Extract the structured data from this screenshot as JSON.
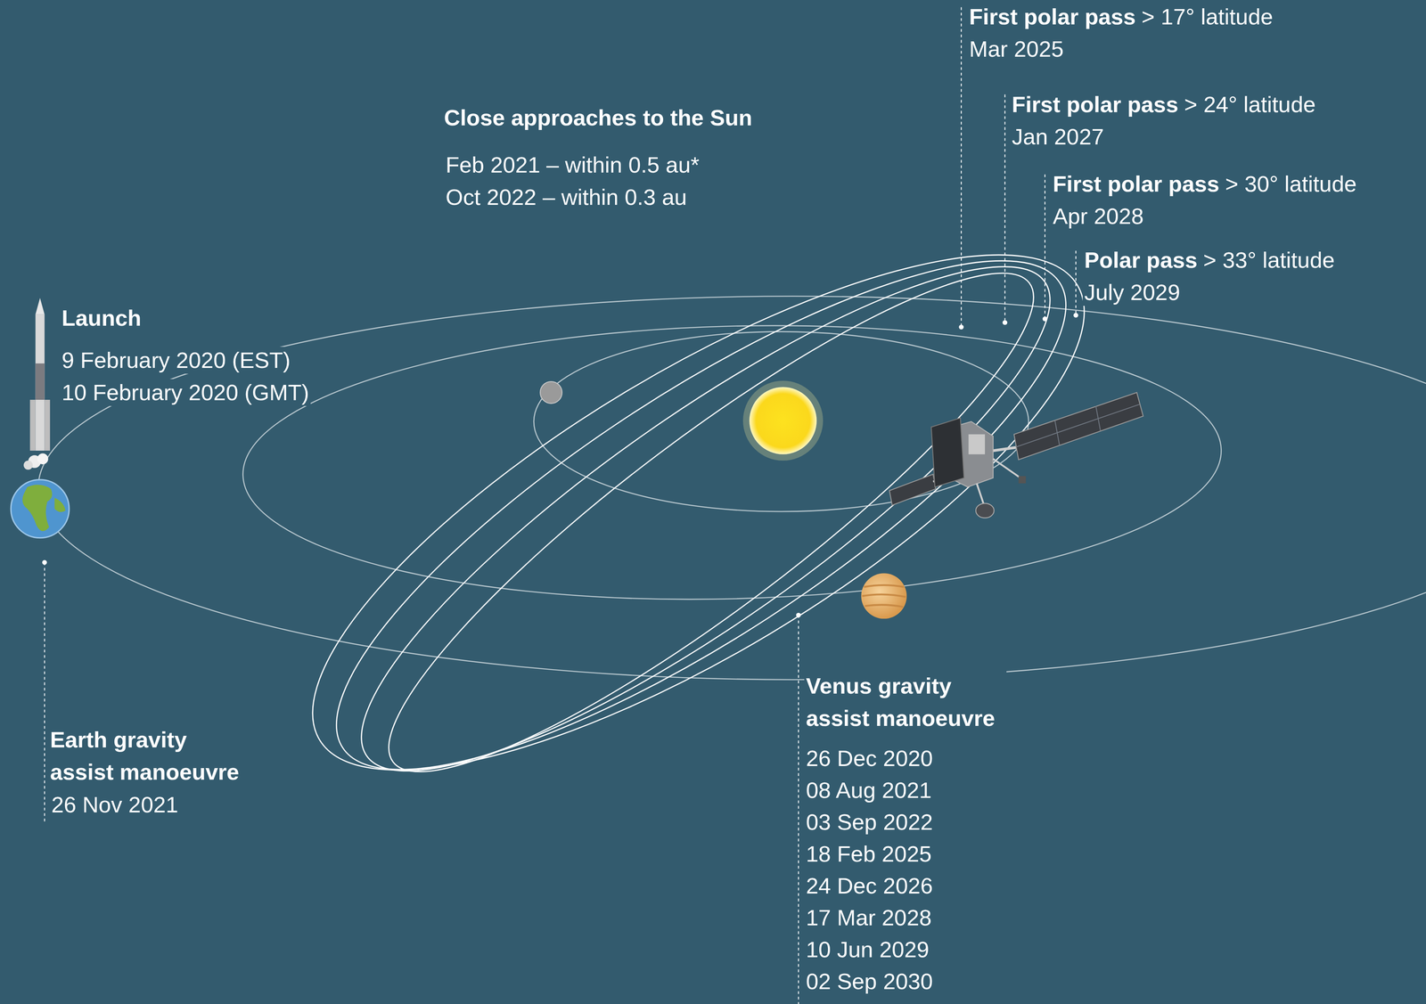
{
  "diagram": {
    "labels": [
      "First polar pass",
      "> 17° latitude",
      "Mar 2025",
      "First polar pass",
      "> 24° latitude",
      "Jan 2027",
      "First polar pass",
      "> 30° latitude",
      "Apr 2028",
      "Polar pass",
      "> 33° latitude",
      "July 2029",
      "Close approaches to the Sun",
      "Feb 2021 – within 0.5 au*",
      "Oct 2022 – within 0.3 au",
      "Launch",
      "9 February 2020 (EST)",
      "10 February 2020 (GMT)",
      "Earth gravity assist manoeuvre",
      "26 Nov 2021",
      "Venus gravity assist manoeuvre",
      "26 Dec 2020",
      "08 Aug 2021",
      "03 Sep 2022",
      "18 Feb 2025",
      "24 Dec 2026",
      "17 Mar 2028",
      "10 Jun 2029",
      "02 Sep 2030"
    ]
  }
}
